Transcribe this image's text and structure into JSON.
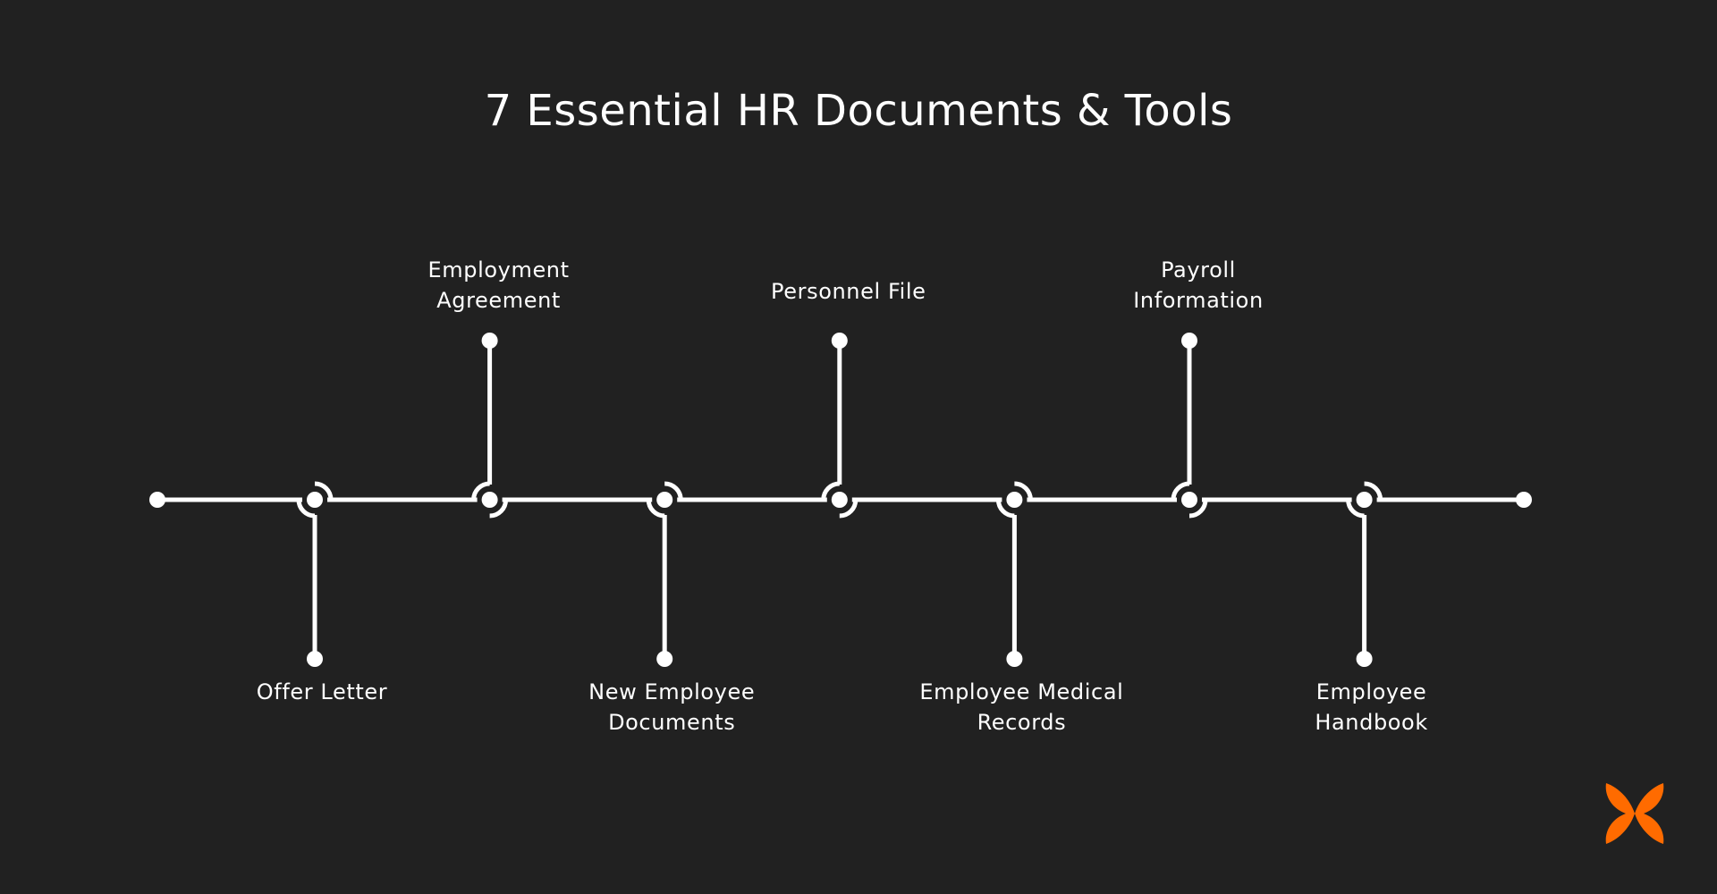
{
  "title": "7 Essential HR Documents & Tools",
  "colors": {
    "background": "#212121",
    "line": "#ffffff",
    "accent": "#FF6B00"
  },
  "logo_icon": "butterfly-logo-icon",
  "steps": [
    {
      "lines": [
        "Offer Letter"
      ],
      "position": "below"
    },
    {
      "lines": [
        "Employment",
        "Agreement"
      ],
      "position": "above"
    },
    {
      "lines": [
        "New Employee",
        "Documents"
      ],
      "position": "below"
    },
    {
      "lines": [
        "Personnel File"
      ],
      "position": "above"
    },
    {
      "lines": [
        "Employee Medical",
        "Records"
      ],
      "position": "below"
    },
    {
      "lines": [
        "Payroll",
        "Information"
      ],
      "position": "above"
    },
    {
      "lines": [
        "Employee",
        "Handbook"
      ],
      "position": "below"
    }
  ]
}
